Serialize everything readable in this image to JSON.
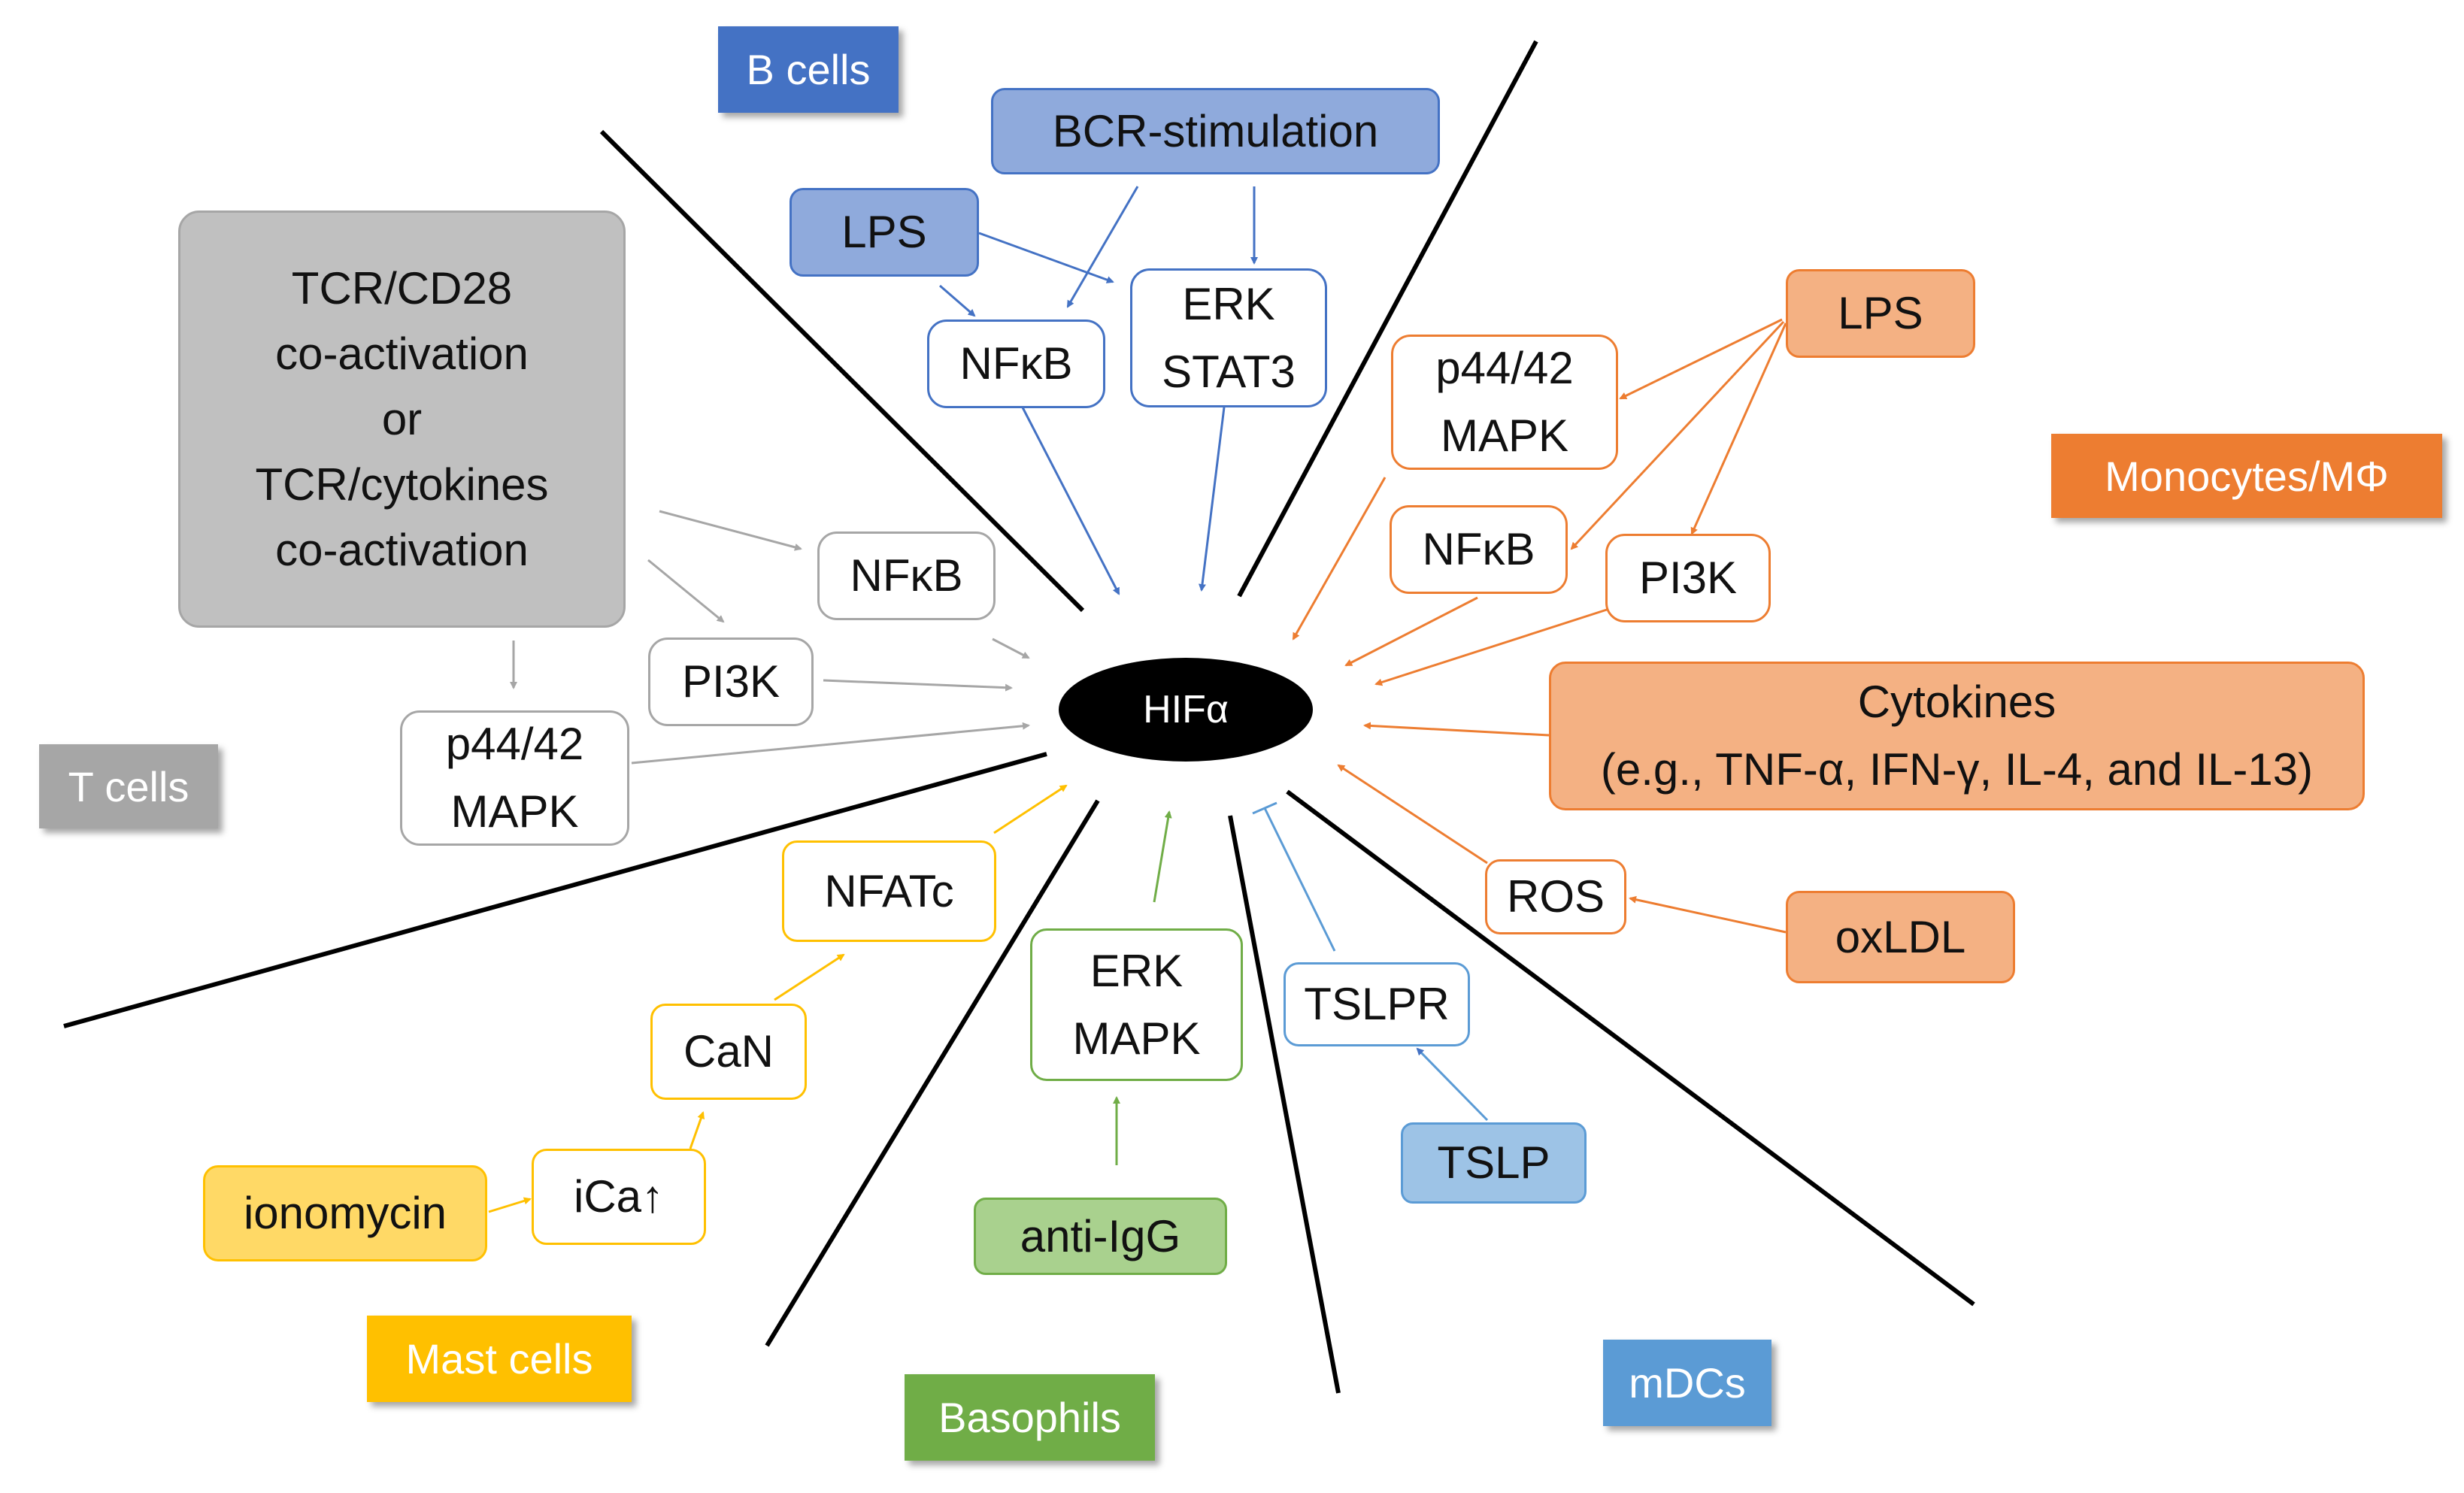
{
  "center": {
    "label": "HIFα"
  },
  "cell_types": {
    "b_cells": "B cells",
    "t_cells": "T cells",
    "monocytes": "Monocytes/MΦ",
    "mast_cells": "Mast cells",
    "basophils": "Basophils",
    "mdcs": "mDCs"
  },
  "b_cell_pathway": {
    "bcr": "BCR-stimulation",
    "lps": "LPS",
    "nfkb": "NFκB",
    "erk_stat3": "ERK\nSTAT3"
  },
  "t_cell_pathway": {
    "tcr": "TCR/CD28\nco-activation\nor\nTCR/cytokines\nco-activation",
    "nfkb": "NFκB",
    "pi3k": "PI3K",
    "mapk": "p44/42\nMAPK"
  },
  "monocyte_pathway": {
    "lps": "LPS",
    "mapk": "p44/42\nMAPK",
    "nfkb": "NFκB",
    "pi3k": "PI3K",
    "cytokines": "Cytokines\n(e.g., TNF-α, IFN-γ, IL-4, and IL-13)",
    "ros": "ROS",
    "oxldl": "oxLDL"
  },
  "mast_cell_pathway": {
    "ionomycin": "ionomycin",
    "ica": "iCa↑",
    "can": "CaN",
    "nfatc": "NFATc"
  },
  "basophil_pathway": {
    "anti_igg": "anti-IgG",
    "erk_mapk": "ERK\nMAPK"
  },
  "mdc_pathway": {
    "tslp": "TSLP",
    "tslpr": "TSLPR"
  },
  "colors": {
    "blue_dark": "#4472C4",
    "blue_light": "#8FAADC",
    "gray": "#A6A6A6",
    "orange": "#ED7D31",
    "orange_light": "#F4B183",
    "yellow": "#FFC000",
    "yellow_light": "#FFD966",
    "green": "#70AD47",
    "green_light": "#A9D18E",
    "mdc_blue": "#5B9BD5"
  }
}
